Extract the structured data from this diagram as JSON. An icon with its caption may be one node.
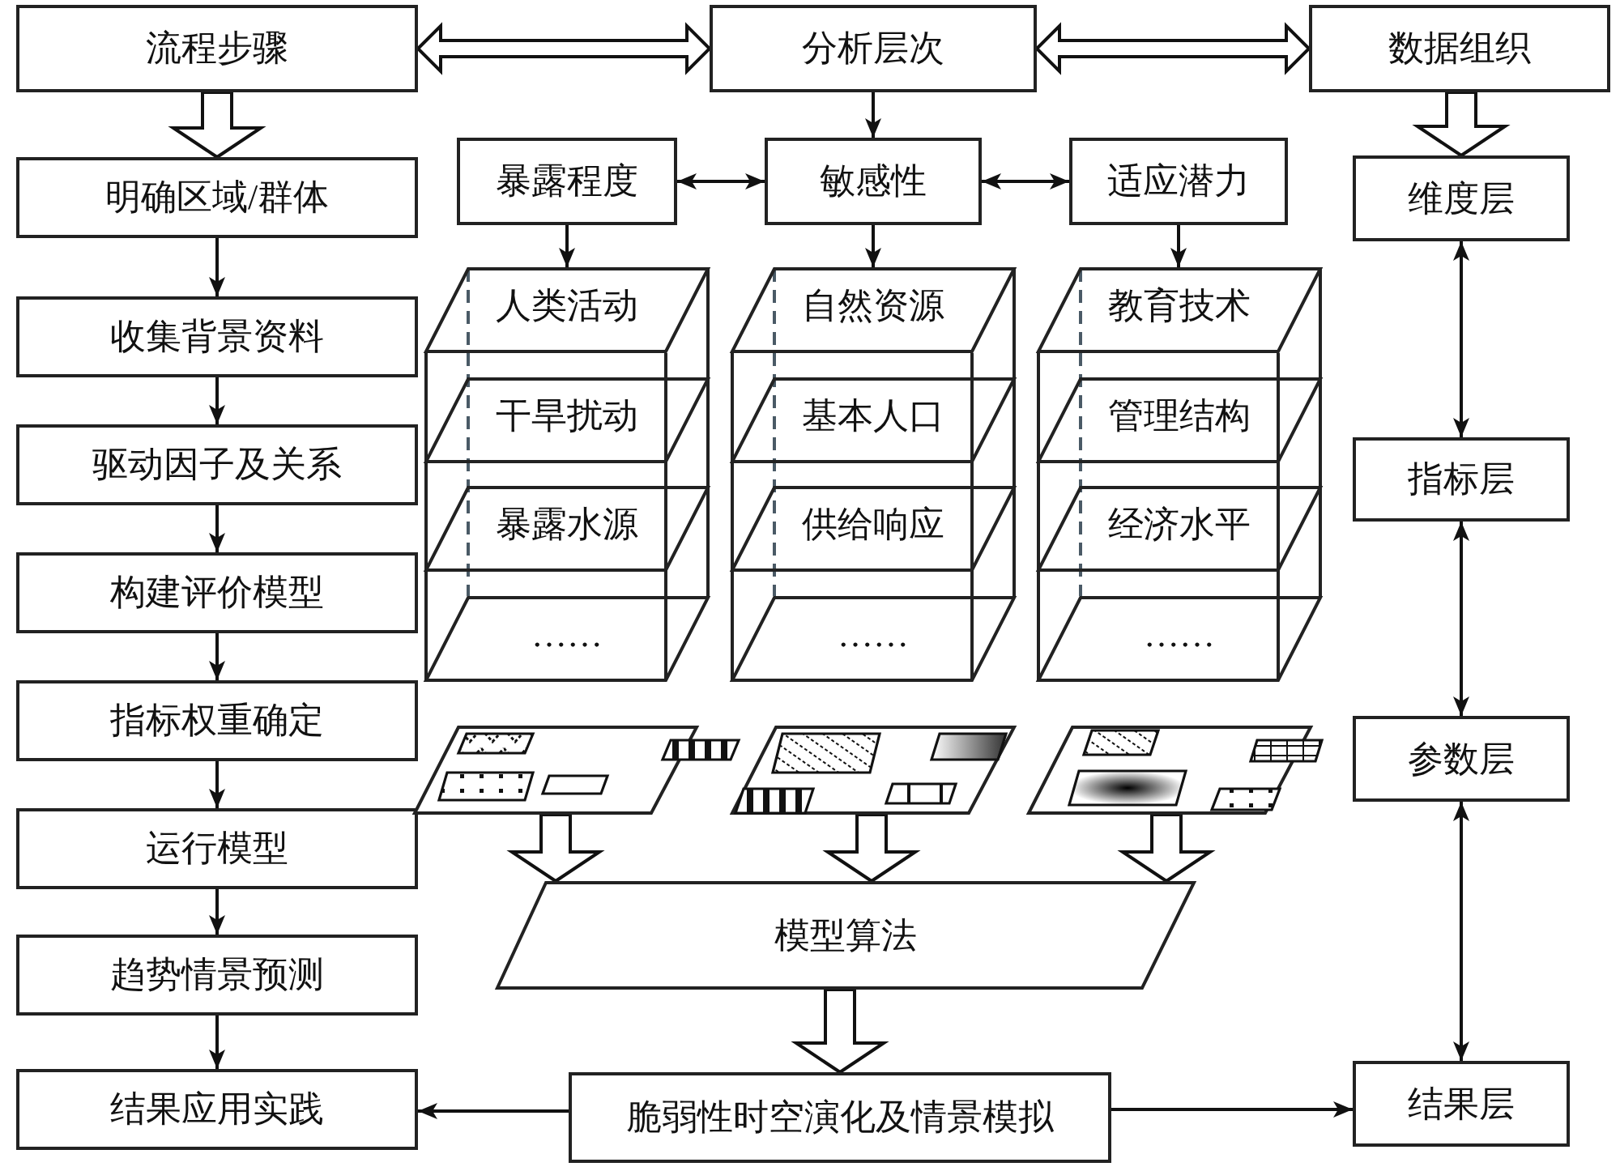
{
  "diagram": {
    "nodes": [
      {
        "text": [
          "流程步骤"
        ]
      },
      {
        "text": [
          "分析层次"
        ]
      },
      {
        "text": [
          "数据组织"
        ]
      },
      {
        "text": [
          "明确区域/群体"
        ]
      },
      {
        "text": [
          "收集背景资料"
        ]
      },
      {
        "text": [
          "驱动因子及关系"
        ]
      },
      {
        "text": [
          "构建评价模型"
        ]
      },
      {
        "text": [
          "指标权重确定"
        ]
      },
      {
        "text": [
          "运行模型"
        ]
      },
      {
        "text": [
          "趋势情景预测"
        ]
      },
      {
        "text": [
          "结果应用实践"
        ]
      },
      {
        "text": [
          "暴露程度"
        ]
      },
      {
        "text": [
          "敏感性"
        ]
      },
      {
        "text": [
          "适应潜力"
        ]
      },
      {
        "text": [],
        "shape": "box"
      },
      {
        "text": [
          "人类活动"
        ],
        "in": 14
      },
      {
        "text": [
          "干旱扰动"
        ],
        "in": 14
      },
      {
        "text": [
          "暴露水源"
        ],
        "in": 14
      },
      {
        "text": [
          "……"
        ],
        "in": 14
      },
      {
        "text": [],
        "shape": "box"
      },
      {
        "text": [
          "自然资源"
        ],
        "in": 19
      },
      {
        "text": [
          "基本人口"
        ],
        "in": 19
      },
      {
        "text": [
          "供给响应"
        ],
        "in": 19
      },
      {
        "text": [
          "……"
        ],
        "in": 19
      },
      {
        "text": [],
        "shape": "box"
      },
      {
        "text": [
          "教育技术"
        ],
        "in": 24
      },
      {
        "text": [
          "管理结构"
        ],
        "in": 24
      },
      {
        "text": [
          "经济水平"
        ],
        "in": 24
      },
      {
        "text": [
          "……"
        ],
        "in": 24
      },
      {
        "text": [],
        "shape": "picture"
      },
      {
        "text": [],
        "shape": "picture"
      },
      {
        "text": [],
        "shape": "picture"
      },
      {
        "text": [
          "模型算法"
        ]
      },
      {
        "text": [
          "脆弱性时空演化及情景模拟"
        ]
      },
      {
        "text": [
          "维度层"
        ]
      },
      {
        "text": [
          "指标层"
        ]
      },
      {
        "text": [
          "参数层"
        ]
      },
      {
        "text": [
          "结果层"
        ]
      }
    ],
    "edges": [
      {
        "from": 0,
        "to": 1,
        "arrow": "both",
        "style": "thick"
      },
      {
        "from": 1,
        "to": 2,
        "arrow": "both",
        "style": "thick"
      },
      {
        "from": 0,
        "to": 3,
        "arrow": "to",
        "style": "thick"
      },
      {
        "from": 3,
        "to": 4,
        "arrow": "to"
      },
      {
        "from": 4,
        "to": 5,
        "arrow": "to"
      },
      {
        "from": 5,
        "to": 6,
        "arrow": "to"
      },
      {
        "from": 6,
        "to": 7,
        "arrow": "to"
      },
      {
        "from": 7,
        "to": 8,
        "arrow": "to"
      },
      {
        "from": 8,
        "to": 9,
        "arrow": "to"
      },
      {
        "from": 9,
        "to": 10,
        "arrow": "to"
      },
      {
        "from": 1,
        "to": 12,
        "arrow": "to"
      },
      {
        "from": 11,
        "to": 12,
        "arrow": "both"
      },
      {
        "from": 12,
        "to": 13,
        "arrow": "both"
      },
      {
        "from": 11,
        "to": 14,
        "arrow": "to"
      },
      {
        "from": 12,
        "to": 19,
        "arrow": "to"
      },
      {
        "from": 13,
        "to": 24,
        "arrow": "to"
      },
      {
        "from": 29,
        "to": 32,
        "arrow": "to",
        "style": "thick"
      },
      {
        "from": 30,
        "to": 32,
        "arrow": "to",
        "style": "thick"
      },
      {
        "from": 31,
        "to": 32,
        "arrow": "to",
        "style": "thick"
      },
      {
        "from": 32,
        "to": 33,
        "arrow": "to",
        "style": "thick"
      },
      {
        "from": 33,
        "to": 10,
        "arrow": "to"
      },
      {
        "from": 33,
        "to": 37,
        "arrow": "to"
      },
      {
        "from": 2,
        "to": 34,
        "arrow": "to",
        "style": "thick"
      },
      {
        "from": 34,
        "to": 35,
        "arrow": "both"
      },
      {
        "from": 35,
        "to": 36,
        "arrow": "both"
      },
      {
        "from": 36,
        "to": 37,
        "arrow": "both"
      }
    ]
  }
}
